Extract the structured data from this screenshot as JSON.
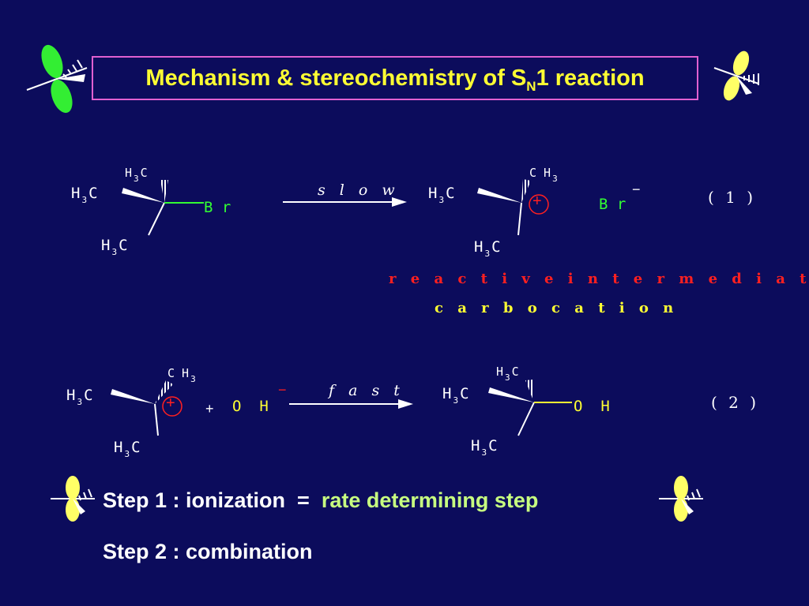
{
  "title": {
    "main": "Mechanism & stereochemistry of S",
    "sub": "N",
    "rest": "1 reaction"
  },
  "reaction1": {
    "reactant": {
      "top_group": "H",
      "top_sub": "3",
      "top_c": "C",
      "left_group": "H",
      "left_sub": "3",
      "left_c": "C",
      "bottom_group": "H",
      "bottom_sub": "3",
      "bottom_c": "C",
      "leaving_group": "B r"
    },
    "arrow_label": "s l o w",
    "product": {
      "top_group": "C H",
      "top_sub": "3",
      "left_group": "H",
      "left_sub": "3",
      "left_c": "C",
      "bottom_group": "H",
      "bottom_sub": "3",
      "bottom_c": "C",
      "charge": "+",
      "anion": "B r",
      "anion_charge": "−"
    },
    "number": "( 1 )",
    "caption_red": "r e a c t i v e   i n t e r m e d i a t e",
    "caption_yellow": "c a r b o c a t i o n"
  },
  "reaction2": {
    "reactant": {
      "top_group": "C H",
      "top_sub": "3",
      "left_group": "H",
      "left_sub": "3",
      "left_c": "C",
      "bottom_group": "H",
      "bottom_sub": "3",
      "bottom_c": "C",
      "charge": "+"
    },
    "plus": "+",
    "nucleophile": "O  H",
    "nucleophile_charge": "−",
    "arrow_label": "f a s t",
    "product": {
      "top_group": "H",
      "top_sub": "3",
      "top_c": "C",
      "left_group": "H",
      "left_sub": "3",
      "left_c": "C",
      "bottom_group": "H",
      "bottom_sub": "3",
      "bottom_c": "C",
      "substituent": "O  H"
    },
    "number": "( 2 )"
  },
  "steps": [
    {
      "label": "Step 1 : ionization",
      "equals": "=",
      "highlight": "rate determining step"
    },
    {
      "label": "Step 2 : combination"
    }
  ],
  "colors": {
    "background": "#0c0c5c",
    "title_text": "#ffff33",
    "title_border": "#e060d0",
    "highlight": "#c8ff80",
    "leaving_group": "#33ff33",
    "nucleophile": "#ffff33",
    "charge": "#ff2020"
  },
  "icons": [
    "p-orbital-icon-green",
    "p-orbital-icon-yellow"
  ]
}
